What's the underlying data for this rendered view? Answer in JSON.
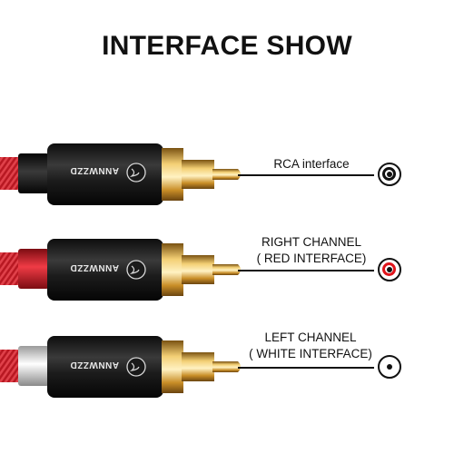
{
  "title": "INTERFACE SHOW",
  "brand": "ANNWZZD",
  "connectors": [
    {
      "label_line1": "RCA interface",
      "label_line2": "",
      "ring_color": "#111111",
      "collar_color": "#1a1a1a"
    },
    {
      "label_line1": "RIGHT CHANNEL",
      "label_line2": "( RED INTERFACE)",
      "ring_color": "#e0141b",
      "collar_color": "#d41e2c"
    },
    {
      "label_line1": "LEFT CHANNEL",
      "label_line2": "( WHITE INTERFACE)",
      "ring_color": "#ffffff",
      "collar_color": "#e6e6e6"
    }
  ],
  "colors": {
    "cable": "#c8202a",
    "gold": "#d9a436",
    "body": "#222222",
    "text": "#111111"
  }
}
